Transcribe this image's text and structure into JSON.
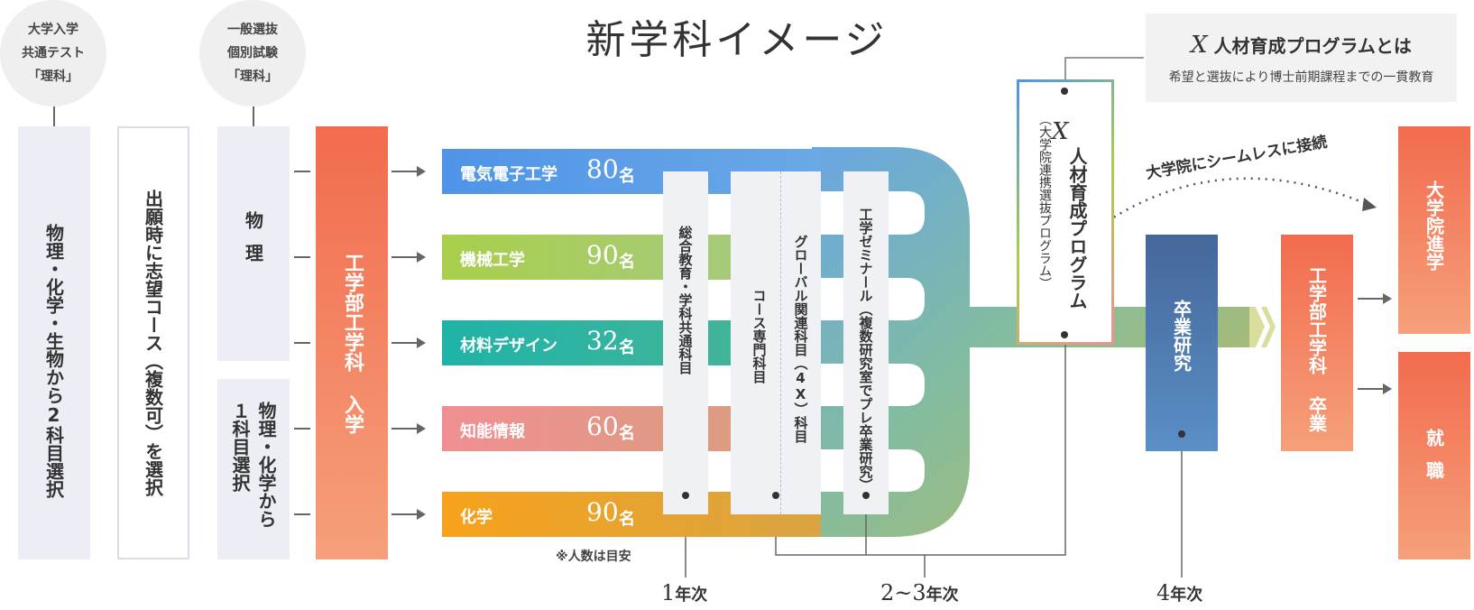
{
  "title": "新学科イメージ",
  "circles": [
    {
      "text": "大学入学\n共通テスト\n「理科」"
    },
    {
      "text": "一般選抜\n個別試験\n「理科」"
    }
  ],
  "columns": {
    "common_test": "物理・化学・生物から2科目選択",
    "application": "出願時に志望コース（複数可）を選択",
    "exam_physics": "物理",
    "exam_choice": "物理・化学から１科目選択"
  },
  "entry_label": "工学部工学科 入学",
  "courses": [
    {
      "name": "電気電子工学",
      "count": "80",
      "unit": "名",
      "color": "#4f94e8"
    },
    {
      "name": "機械工学",
      "count": "90",
      "unit": "名",
      "color": "#a9cf4c"
    },
    {
      "name": "材料デザイン",
      "count": "32",
      "unit": "名",
      "color": "#1fb3a8"
    },
    {
      "name": "知能情報",
      "count": "60",
      "unit": "名",
      "color": "#f08f93"
    },
    {
      "name": "化学",
      "count": "90",
      "unit": "名",
      "color": "#f7a21b"
    }
  ],
  "note": "※人数は目安",
  "subjects": {
    "general": "総合教育・学科共通科目",
    "course": "コース専門科目",
    "global": "グローバル関連科目（4X）科目",
    "seminar": "工学ゼミナール（複数研究室でプレ卒業研究）"
  },
  "x_program": {
    "x_letter": "X",
    "name": "人材育成プログラム",
    "sub": "（大学院連携選抜プログラム）"
  },
  "info_box": {
    "x_letter": "X",
    "title": "人材育成プログラムとは",
    "desc": "希望と選抜により博士前期課程までの一貫教育"
  },
  "seamless": "大学院にシームレスに接続",
  "graduation_research": "卒業研究",
  "graduation": "工学部工学科 卒業",
  "outcomes": {
    "grad_school": "大学院進学",
    "employment": "就職"
  },
  "years": [
    {
      "num": "1",
      "label": "年次"
    },
    {
      "num": "2~3",
      "label": "年次"
    },
    {
      "num": "4",
      "label": "年次"
    }
  ]
}
